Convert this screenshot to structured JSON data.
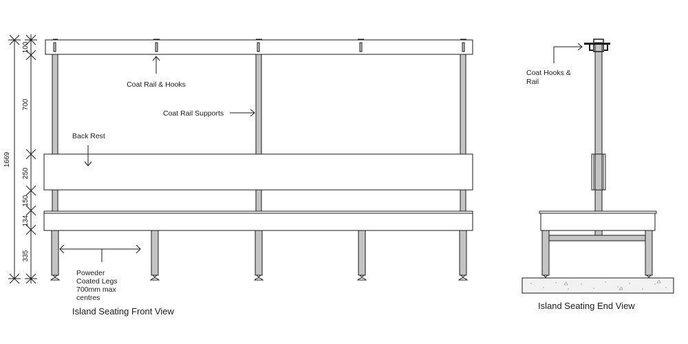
{
  "front_view": {
    "caption": "Island Seating Front View",
    "labels": {
      "coat_rail_hooks": "Coat Rail & Hooks",
      "coat_rail_supports": "Coat Rail Supports",
      "back_rest": "Back Rest",
      "legs_line1": "Poweder",
      "legs_line2": "Coated Legs",
      "legs_line3": "700mm max",
      "legs_line4": "centres"
    },
    "dimensions": {
      "total": "1669",
      "rail": "100",
      "support": "700",
      "back_rest": "250",
      "gap": "150",
      "seat": "134",
      "legs": "335"
    }
  },
  "end_view": {
    "caption": "Island Seating End View",
    "labels": {
      "coat_hooks_line1": "Coat Hooks &",
      "coat_hooks_line2": "Rail"
    }
  }
}
